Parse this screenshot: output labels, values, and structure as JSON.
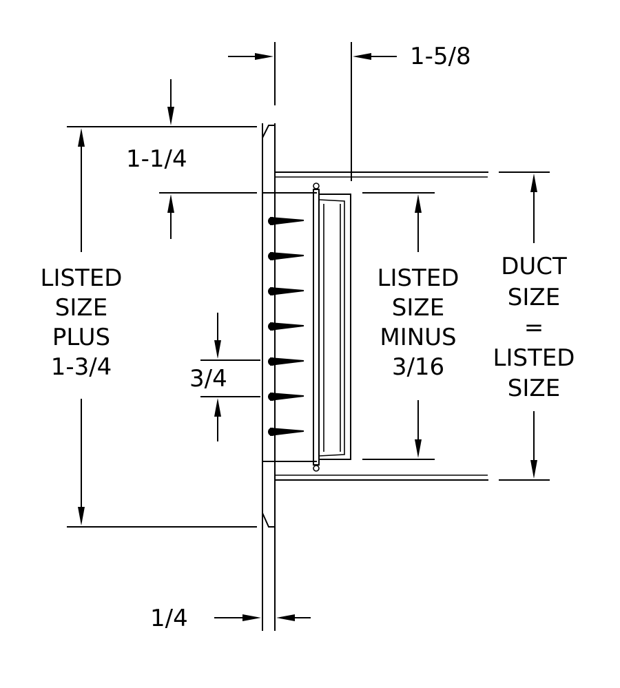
{
  "diagram": {
    "dims": {
      "face_depth": "1-5/8",
      "top_border": "1-1/4",
      "blade_spacing": "3/4",
      "frame_thickness": "1/4"
    },
    "overall": [
      "LISTED",
      "SIZE",
      "PLUS",
      "1-3/4"
    ],
    "core": [
      "LISTED",
      "SIZE",
      "MINUS",
      "3/16"
    ],
    "duct": [
      "DUCT",
      "SIZE",
      "=",
      "LISTED",
      "SIZE"
    ]
  }
}
